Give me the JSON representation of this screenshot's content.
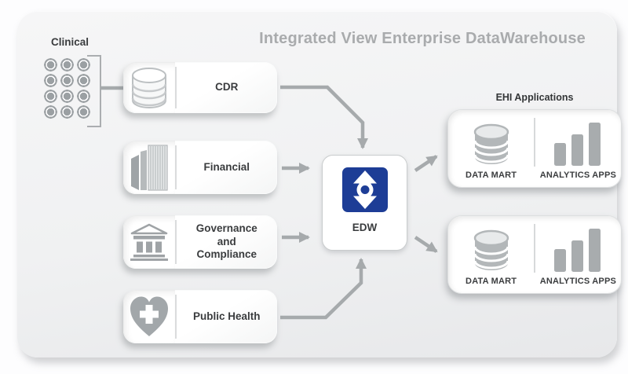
{
  "title": "Integrated View Enterprise DataWarehouse",
  "clinical": {
    "label": "Clinical"
  },
  "sources": [
    {
      "id": "cdr",
      "label": "CDR",
      "icon": "database-icon"
    },
    {
      "id": "financial",
      "label": "Financial",
      "icon": "ledgers-icon"
    },
    {
      "id": "governance",
      "label": "Governance and Compliance",
      "icon": "bank-icon"
    },
    {
      "id": "public-health",
      "label": "Public Health",
      "icon": "heart-cross-icon"
    }
  ],
  "edw": {
    "label": "EDW",
    "icon": "sync-arrows-icon",
    "icon_color": "#1d3d96"
  },
  "ehi": {
    "label": "EHI Applications",
    "boxes": [
      {
        "data_mart_label": "DATA MART",
        "analytics_label": "ANALYTICS APPS"
      },
      {
        "data_mart_label": "DATA MART",
        "analytics_label": "ANALYTICS APPS"
      }
    ]
  },
  "colors": {
    "edw_blue": "#1d3d96",
    "arrow_gray": "#a6aaac",
    "icon_gray": "#a2a7aa",
    "database_gray": "#b3b7b9",
    "label_dark": "#3a3c3e",
    "title_gray": "#a9abad",
    "panel_top": "#f6f6f7",
    "panel_bottom": "#e7e8ea"
  }
}
